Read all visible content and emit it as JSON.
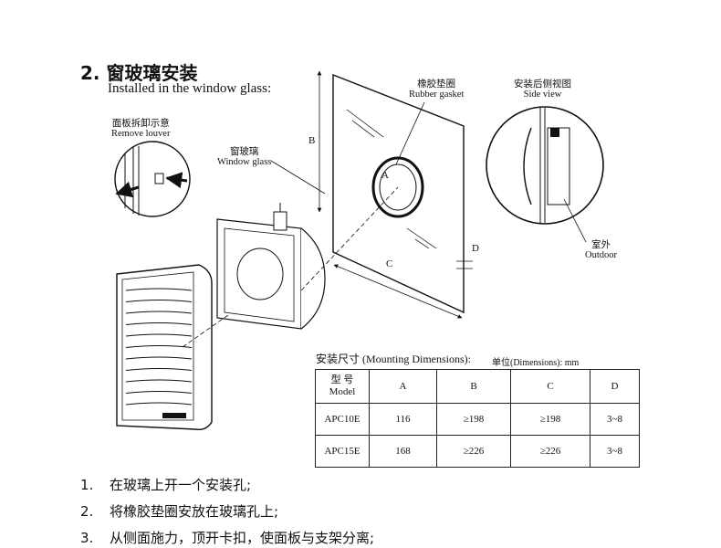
{
  "section": {
    "heading": "2. 窗玻璃安装",
    "subheading": "Installed in the window glass:"
  },
  "callouts": {
    "remove_louver_cn": "面板拆卸示意",
    "remove_louver_en": "Remove louver",
    "window_glass_cn": "窗玻璃",
    "window_glass_en": "Window glass",
    "rubber_gasket_cn": "橡胶垫圈",
    "rubber_gasket_en": "Rubber gasket",
    "side_view_cn": "安装后侧视图",
    "side_view_en": "Side view",
    "outdoor_cn": "室外",
    "outdoor_en": "Outdoor",
    "dim_A": "A",
    "dim_B": "B",
    "dim_C": "C",
    "dim_D": "D"
  },
  "dimensions": {
    "title": "安装尺寸 (Mounting Dimensions):",
    "units": "单位(Dimensions): mm",
    "header": {
      "model_cn": "型 号",
      "model_en": "Model",
      "a": "A",
      "b": "B",
      "c": "C",
      "d": "D"
    },
    "rows": [
      {
        "model": "APC10E",
        "a": "116",
        "b": "≥198",
        "c": "≥198",
        "d": "3~8"
      },
      {
        "model": "APC15E",
        "a": "168",
        "b": "≥226",
        "c": "≥226",
        "d": "3~8"
      }
    ]
  },
  "steps": [
    {
      "num": "1.",
      "text": "在玻璃上开一个安装孔;"
    },
    {
      "num": "2.",
      "text": "将橡胶垫圈安放在玻璃孔上;"
    },
    {
      "num": "3.",
      "text": "从侧面施力，顶开卡扣，使面板与支架分离;"
    }
  ]
}
